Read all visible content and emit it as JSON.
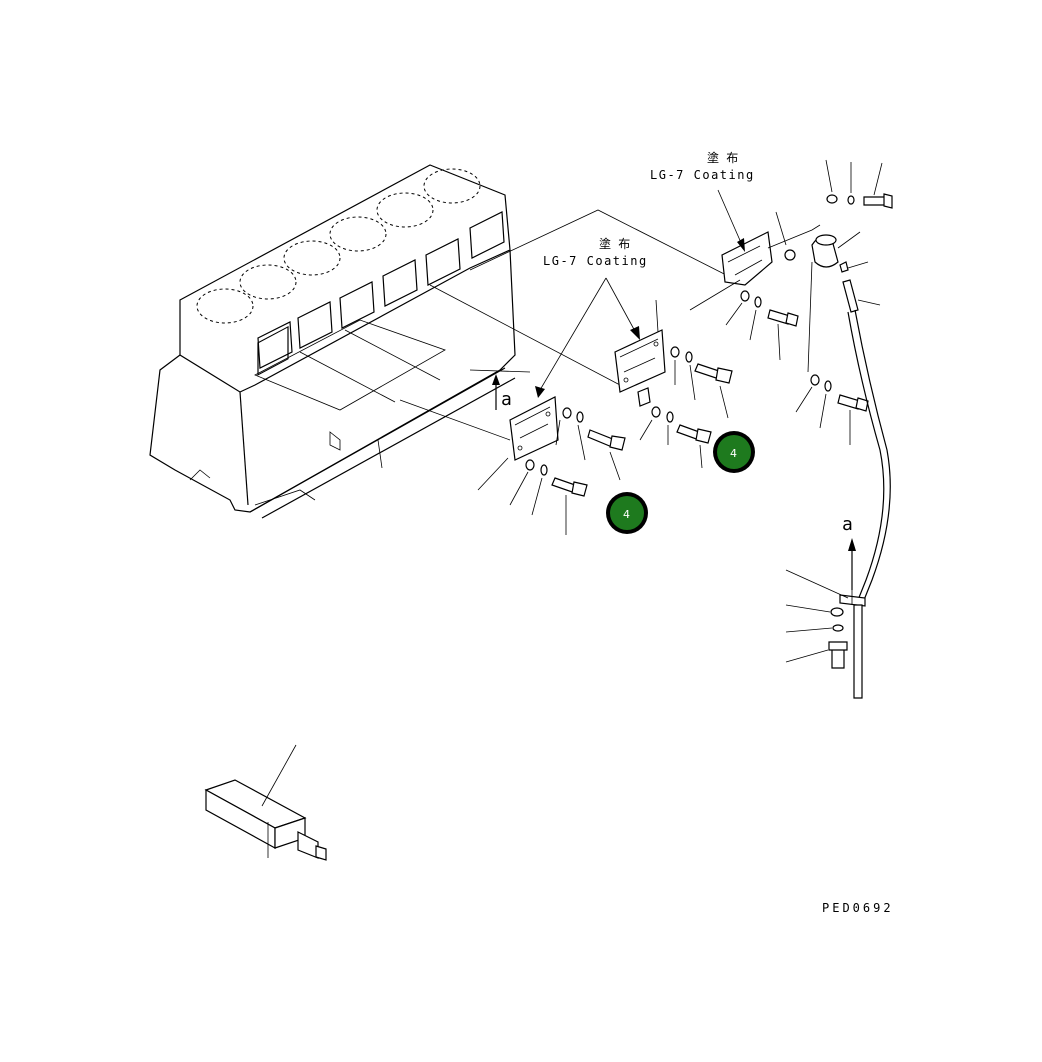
{
  "annotations": {
    "coating_upper": {
      "jp": "塗 布",
      "en": "LG-7 Coating"
    },
    "coating_lower": {
      "jp": "塗 布",
      "en": "LG-7 Coating"
    },
    "view_marker_left": "a",
    "view_marker_right": "a"
  },
  "badges": [
    {
      "label": "4",
      "color": "#1e7a1e"
    },
    {
      "label": "4",
      "color": "#1e7a1e"
    }
  ],
  "figure_code": "PED0692"
}
